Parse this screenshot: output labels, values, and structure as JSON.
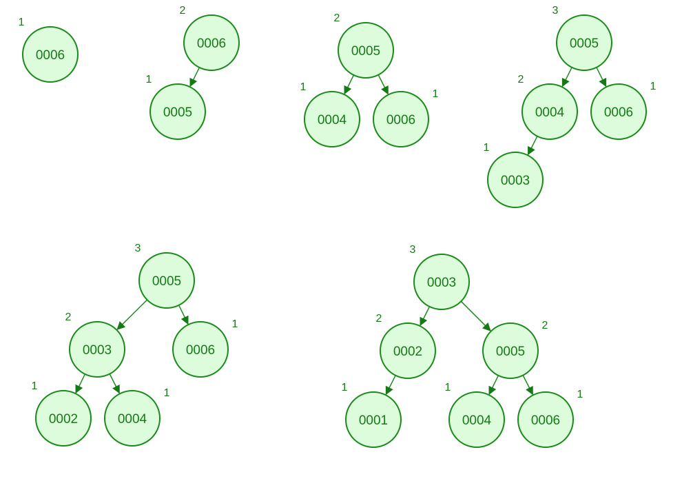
{
  "trees": [
    {
      "nodes": [
        {
          "id": "a0",
          "label": "0006",
          "height": "1"
        }
      ],
      "edges": []
    },
    {
      "nodes": [
        {
          "id": "b0",
          "label": "0006",
          "height": "2"
        },
        {
          "id": "b1",
          "label": "0005",
          "height": "1"
        }
      ],
      "edges": [
        [
          "b0",
          "b1"
        ]
      ]
    },
    {
      "nodes": [
        {
          "id": "c0",
          "label": "0005",
          "height": "2"
        },
        {
          "id": "c1",
          "label": "0004",
          "height": "1"
        },
        {
          "id": "c2",
          "label": "0006",
          "height": "1"
        }
      ],
      "edges": [
        [
          "c0",
          "c1"
        ],
        [
          "c0",
          "c2"
        ]
      ]
    },
    {
      "nodes": [
        {
          "id": "d0",
          "label": "0005",
          "height": "3"
        },
        {
          "id": "d1",
          "label": "0004",
          "height": "2"
        },
        {
          "id": "d2",
          "label": "0006",
          "height": "1"
        },
        {
          "id": "d3",
          "label": "0003",
          "height": "1"
        }
      ],
      "edges": [
        [
          "d0",
          "d1"
        ],
        [
          "d0",
          "d2"
        ],
        [
          "d1",
          "d3"
        ]
      ]
    },
    {
      "nodes": [
        {
          "id": "e0",
          "label": "0005",
          "height": "3"
        },
        {
          "id": "e1",
          "label": "0003",
          "height": "2"
        },
        {
          "id": "e2",
          "label": "0006",
          "height": "1"
        },
        {
          "id": "e3",
          "label": "0002",
          "height": "1"
        },
        {
          "id": "e4",
          "label": "0004",
          "height": "1"
        }
      ],
      "edges": [
        [
          "e0",
          "e1"
        ],
        [
          "e0",
          "e2"
        ],
        [
          "e1",
          "e3"
        ],
        [
          "e1",
          "e4"
        ]
      ]
    },
    {
      "nodes": [
        {
          "id": "f0",
          "label": "0003",
          "height": "3"
        },
        {
          "id": "f1",
          "label": "0002",
          "height": "2"
        },
        {
          "id": "f2",
          "label": "0005",
          "height": "2"
        },
        {
          "id": "f3",
          "label": "0001",
          "height": "1"
        },
        {
          "id": "f4",
          "label": "0004",
          "height": "1"
        },
        {
          "id": "f5",
          "label": "0006",
          "height": "1"
        }
      ],
      "edges": [
        [
          "f0",
          "f1"
        ],
        [
          "f0",
          "f2"
        ],
        [
          "f1",
          "f3"
        ],
        [
          "f2",
          "f4"
        ],
        [
          "f2",
          "f5"
        ]
      ]
    }
  ]
}
